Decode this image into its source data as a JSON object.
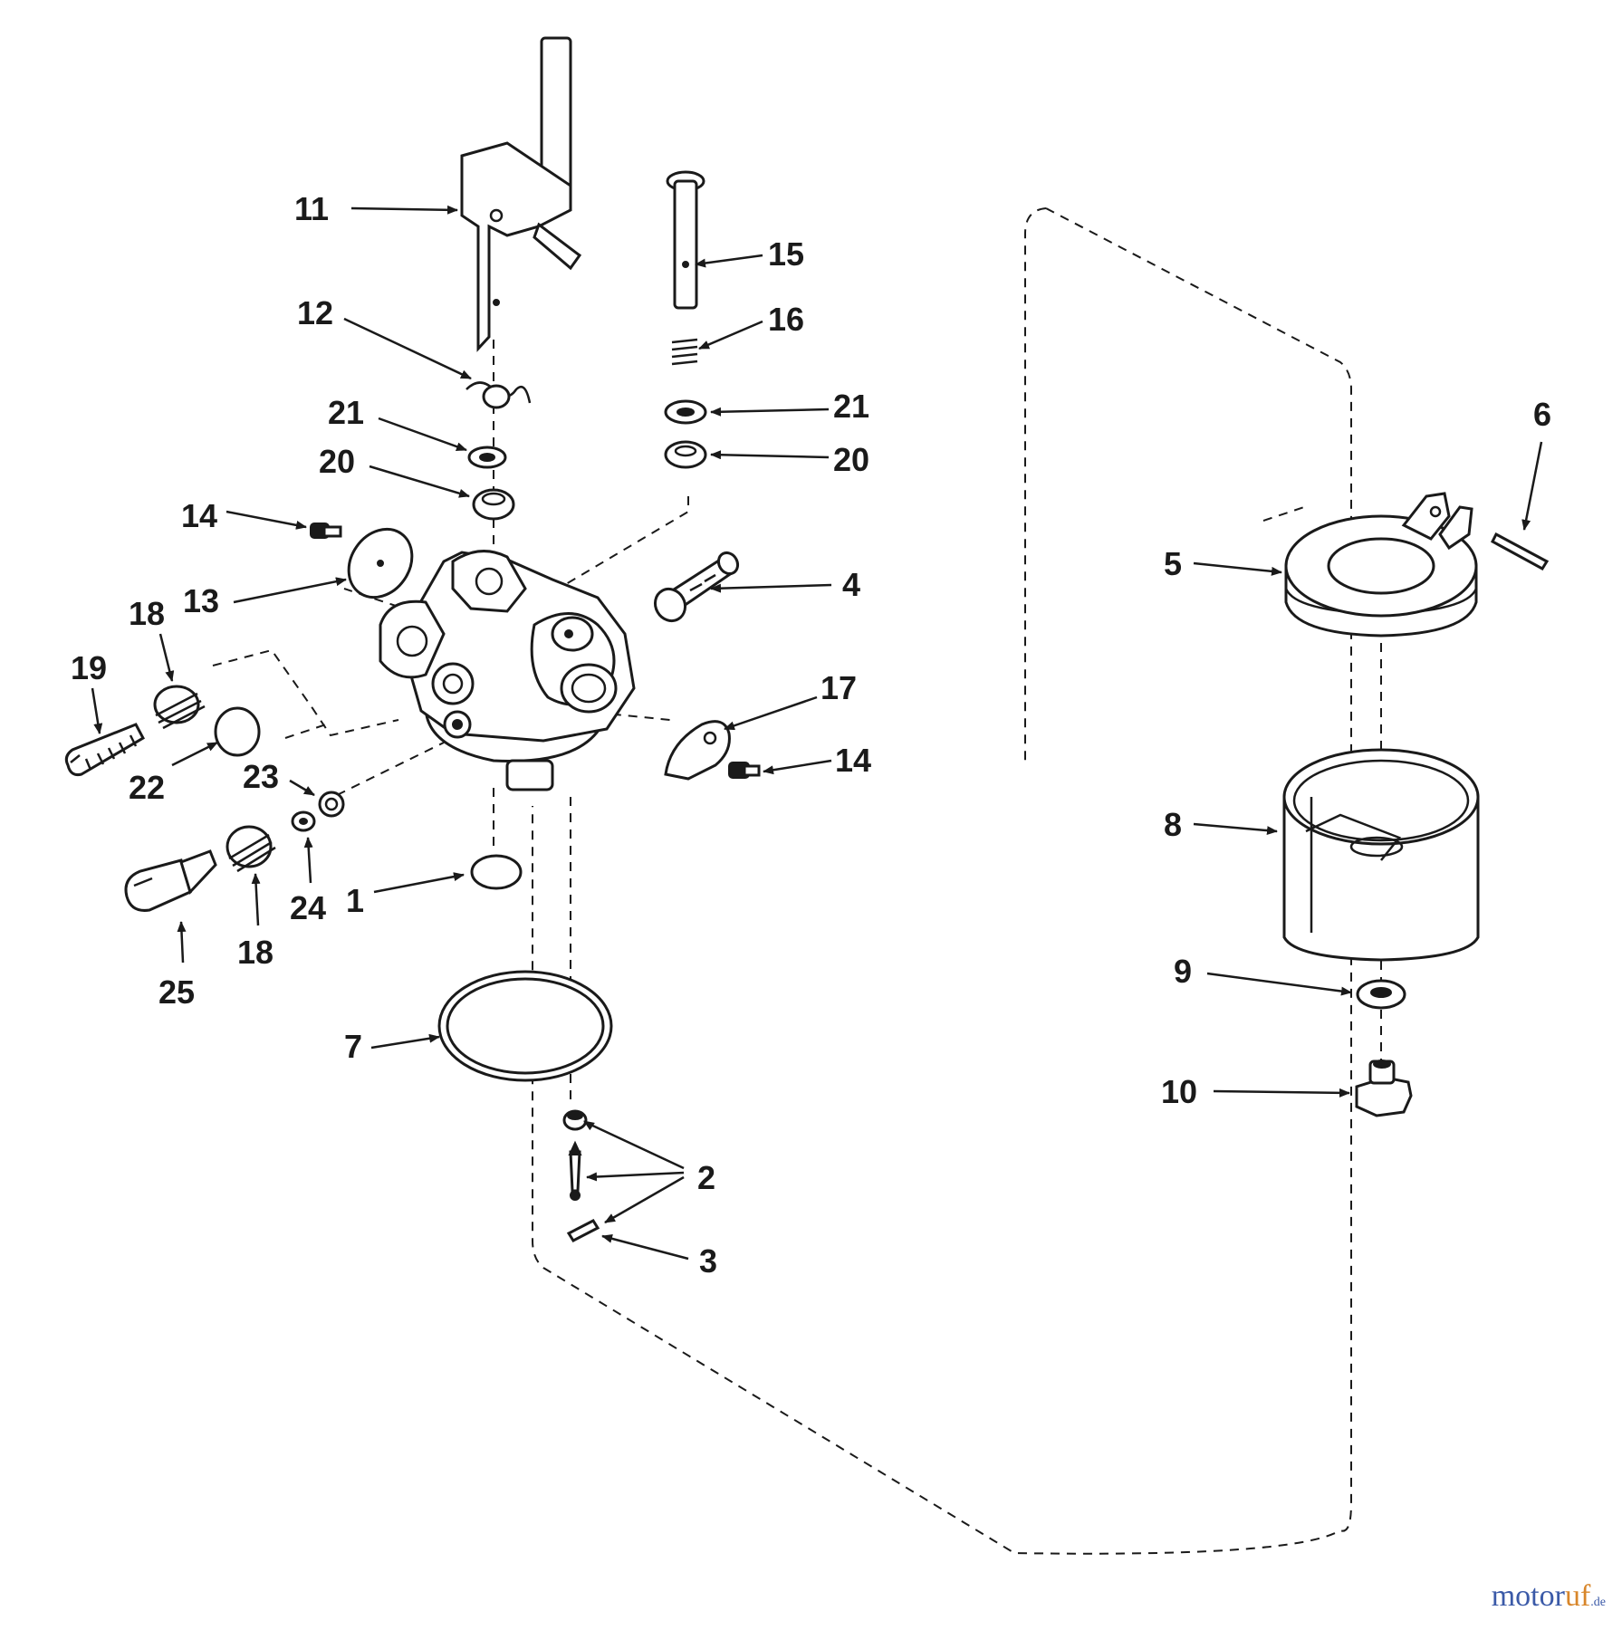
{
  "colors": {
    "ink": "#1a1a1a",
    "watermark_blue": "#3b5aa8",
    "watermark_orange": "#d8862a"
  },
  "callouts": {
    "c1": "1",
    "c2": "2",
    "c3": "3",
    "c4": "4",
    "c5": "5",
    "c6": "6",
    "c7": "7",
    "c8": "8",
    "c9": "9",
    "c10": "10",
    "c11": "11",
    "c12": "12",
    "c13": "13",
    "c14a": "14",
    "c14b": "14",
    "c15": "15",
    "c16": "16",
    "c17": "17",
    "c18a": "18",
    "c18b": "18",
    "c19": "19",
    "c20a": "20",
    "c20b": "20",
    "c21a": "21",
    "c21b": "21",
    "c22": "22",
    "c23": "23",
    "c24": "24",
    "c25": "25"
  },
  "watermark": {
    "part1": "motor",
    "part2": "uf",
    "part3": ".de"
  }
}
